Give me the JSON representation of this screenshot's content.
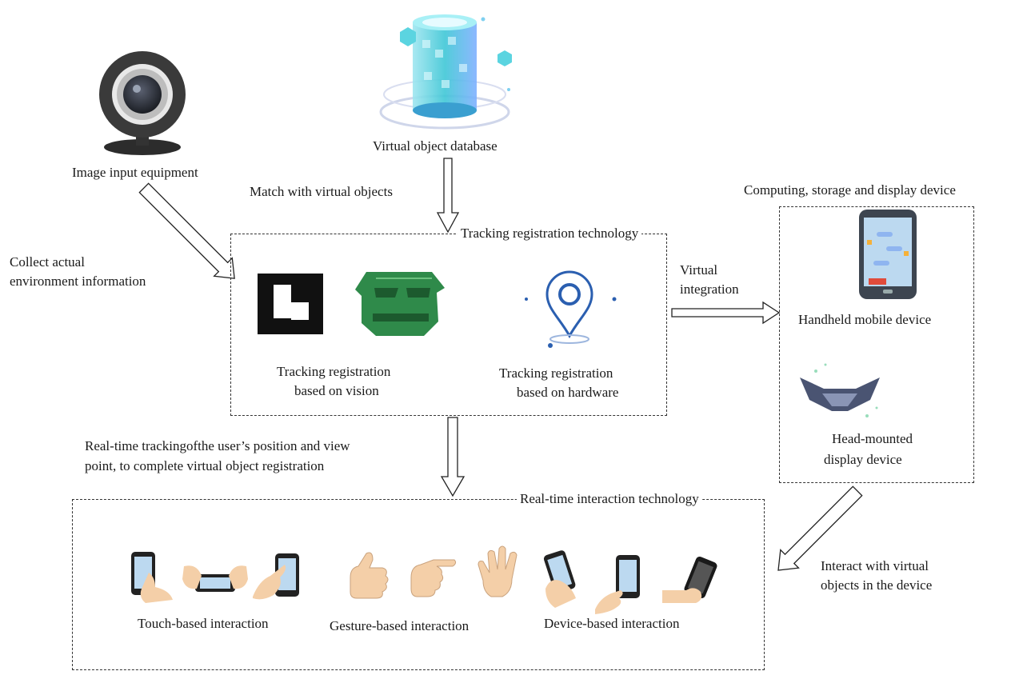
{
  "nodes": {
    "image_input": "Image input equipment",
    "virtual_db": "Virtual object database",
    "computing_device_title": "Computing, storage and display device",
    "handheld": "Handheld mobile device",
    "head_mounted": [
      "Head-mounted",
      "display device"
    ]
  },
  "tracking": {
    "title": "Tracking registration technology",
    "vision": [
      "Tracking registration",
      "based on vision"
    ],
    "hardware": [
      "Tracking registration",
      "based on hardware"
    ]
  },
  "interaction": {
    "title": "Real-time interaction technology",
    "touch": "Touch-based interaction",
    "gesture": "Gesture-based interaction",
    "device": "Device-based interaction"
  },
  "edges": {
    "match": "Match with virtual objects",
    "collect": [
      "Collect actual",
      "environment information"
    ],
    "virtual_integration": [
      "Virtual",
      "integration"
    ],
    "realtime_tracking": [
      "Real-time trackingofthe user’s position and view",
      "point, to complete virtual object registration"
    ],
    "interact": [
      "Interact with virtual",
      "objects in the device"
    ]
  },
  "colors": {
    "camera_body": "#3a3a3a",
    "database_cyan": "#3fc7d6",
    "marker_green": "#2f8a4a",
    "pin_blue": "#2b5fb0",
    "phone_screen": "#bcd9f0",
    "skin": "#f4cfa8",
    "goggles": "#4a5472"
  }
}
